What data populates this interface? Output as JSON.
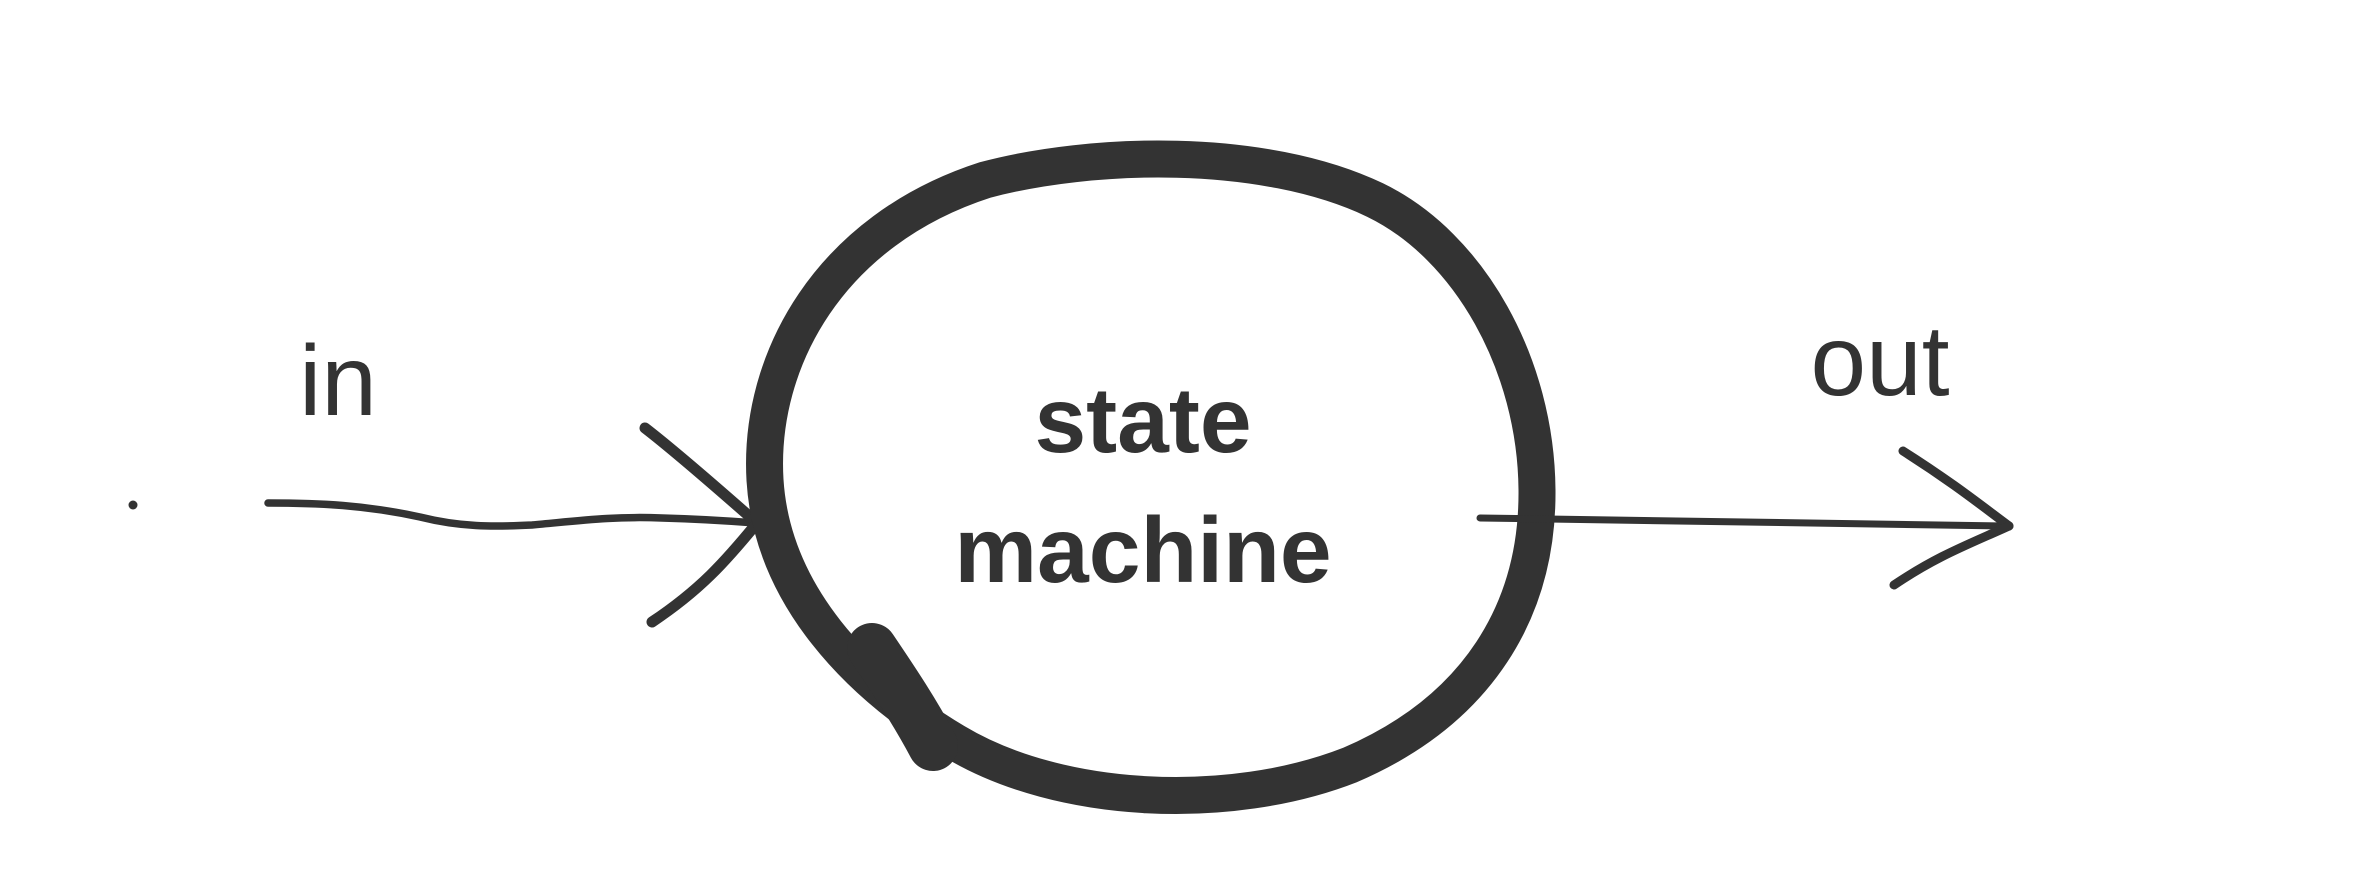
{
  "colors": {
    "ink": "#333333",
    "background": "#ffffff"
  },
  "diagram": {
    "node": {
      "label_line1": "state",
      "label_line2": "machine"
    },
    "input_arrow": {
      "label": "in"
    },
    "output_arrow": {
      "label": "out"
    }
  }
}
